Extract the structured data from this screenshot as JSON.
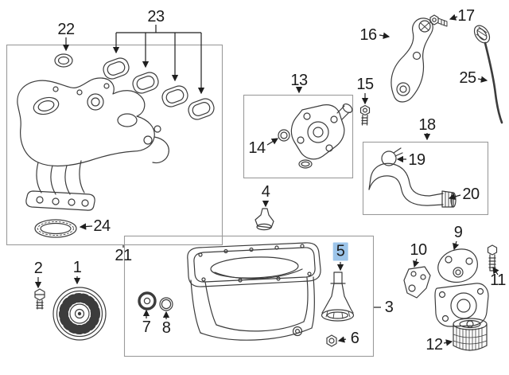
{
  "diagram": {
    "kind": "engine-parts-exploded-diagram",
    "background_color": "#ffffff",
    "line_color": "#3c3c3c",
    "group_box_color": "#9b9b9b",
    "label_color": "#1c1c1c",
    "highlight_color": "#9dc5ea",
    "selected_callout": "5"
  },
  "callouts": [
    {
      "label": "1"
    },
    {
      "label": "2"
    },
    {
      "label": "3"
    },
    {
      "label": "4"
    },
    {
      "label": "5",
      "highlighted": true
    },
    {
      "label": "6"
    },
    {
      "label": "7"
    },
    {
      "label": "8"
    },
    {
      "label": "9"
    },
    {
      "label": "10"
    },
    {
      "label": "11"
    },
    {
      "label": "12"
    },
    {
      "label": "13"
    },
    {
      "label": "14"
    },
    {
      "label": "15"
    },
    {
      "label": "16"
    },
    {
      "label": "17"
    },
    {
      "label": "18"
    },
    {
      "label": "19"
    },
    {
      "label": "20"
    },
    {
      "label": "21"
    },
    {
      "label": "22"
    },
    {
      "label": "23"
    },
    {
      "label": "24"
    },
    {
      "label": "25"
    }
  ]
}
